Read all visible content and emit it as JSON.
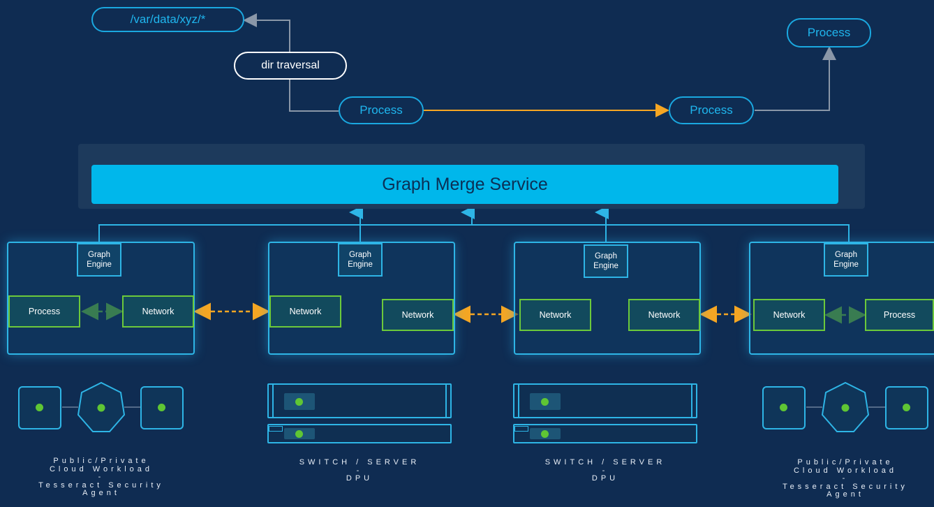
{
  "top": {
    "path_label": "/var/data/xyz/*",
    "traversal_label": "dir traversal",
    "process_left": "Process",
    "process_mid": "Process",
    "process_right": "Process"
  },
  "merge": {
    "label": "Graph Merge Service"
  },
  "nodes": [
    {
      "engine": "Graph\nEngine",
      "left_box": "Process",
      "right_box": "Network",
      "caption_lines": [
        "Public/Private",
        "Cloud Workload",
        "-",
        "Tesseract Security",
        "Agent"
      ]
    },
    {
      "engine": "Graph\nEngine",
      "left_box": "Network",
      "right_box": "Network",
      "caption_lines": [
        "SWITCH / SERVER",
        "-",
        "DPU"
      ]
    },
    {
      "engine": "Graph\nEngine",
      "left_box": "Network",
      "right_box": "Network",
      "caption_lines": [
        "SWITCH / SERVER",
        "-",
        "DPU"
      ]
    },
    {
      "engine": "Graph\nEngine",
      "left_box": "Network",
      "right_box": "Process",
      "caption_lines": [
        "Public/Private",
        "Cloud Workload",
        "-",
        "Tesseract Security",
        "Agent"
      ]
    }
  ],
  "colors": {
    "background": "#0f2c52",
    "accent_blue": "#1aa8e0",
    "merge_bar": "#00b7eb",
    "orange_link": "#f5a623",
    "green_link": "#6cc93b",
    "gray_link": "#8a97a8"
  },
  "icons": {
    "arrow_up": "arrow-up-icon",
    "workload": "workload-cluster-icon",
    "server": "server-rack-icon"
  }
}
